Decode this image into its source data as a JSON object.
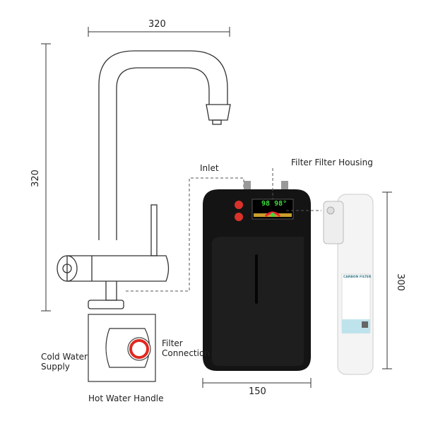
{
  "dimensions": {
    "faucet_width": "320",
    "faucet_height": "320",
    "heater_width": "150",
    "filter_height": "300"
  },
  "labels": {
    "inlet": "Inlet",
    "filter_housing": "Filter Filter Housing",
    "cold_water_supply": "Cold Water Supply",
    "filter_connection": "Filter Connection",
    "hot_water_handle": "Hot Water Handle"
  },
  "display": {
    "temp_left": "98",
    "temp_right": "98°"
  },
  "filter": {
    "brand_label": "CARBON FILTER"
  },
  "colors": {
    "heater_body": "#111111",
    "button_red": "#d8322a",
    "display_green": "#3cdc3c",
    "filter_label_blue": "#bfe3ec"
  }
}
